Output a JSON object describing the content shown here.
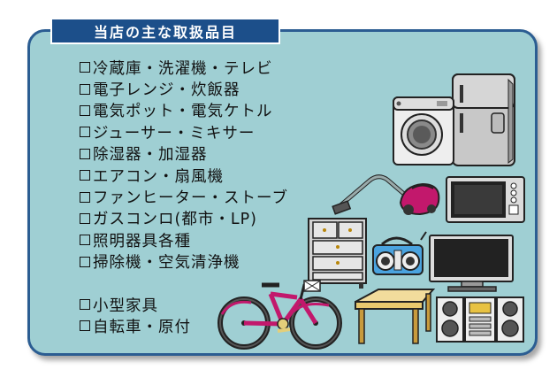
{
  "header": {
    "title": "当店の主な取扱品目"
  },
  "items_main": [
    "冷蔵庫・洗濯機・テレビ",
    "電子レンジ・炊飯器",
    "電気ポット・電気ケトル",
    "ジューサー・ミキサー",
    "除湿器・加湿器",
    "エアコン・扇風機",
    "ファンヒーター・ストーブ",
    "ガスコンロ(都市・LP)",
    "照明器具各種",
    "掃除機・空気清浄機"
  ],
  "items_extra": [
    "小型家具",
    "自転車・原付"
  ],
  "colors": {
    "panel": "#9fcfd3",
    "border": "#2b5d92",
    "title_bg": "#1c4f8a",
    "vacuum": "#c2186c",
    "bicycle": "#c2186c"
  },
  "illustrations": [
    "washing-machine",
    "refrigerator",
    "vacuum-cleaner",
    "microwave",
    "chest-of-drawers",
    "radio-cassette",
    "television",
    "bicycle",
    "table",
    "stereo-system"
  ]
}
